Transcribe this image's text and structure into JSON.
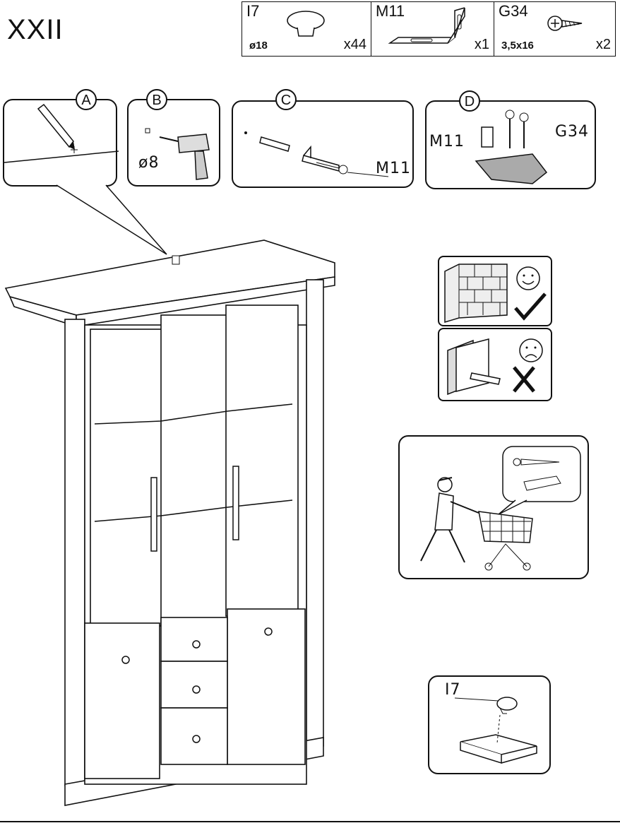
{
  "step": {
    "number": "XXII"
  },
  "parts": [
    {
      "code": "I7",
      "spec": "ø18",
      "qty": "x44",
      "icon": "cap-icon"
    },
    {
      "code": "M11",
      "spec": "",
      "qty": "x1",
      "icon": "bracket-icon"
    },
    {
      "code": "G34",
      "spec": "3,5x16",
      "qty": "x2",
      "icon": "screw-icon"
    }
  ],
  "steps": {
    "a": {
      "badge": "A"
    },
    "b": {
      "badge": "B",
      "drill_size": "ø8"
    },
    "c": {
      "badge": "C",
      "part": "M11"
    },
    "d": {
      "badge": "D",
      "part_left": "M11",
      "part_right": "G34"
    }
  },
  "detail_cap": {
    "part": "I7"
  }
}
